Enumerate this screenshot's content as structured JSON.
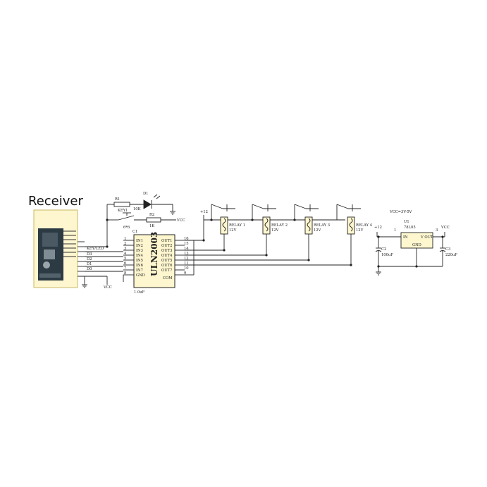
{
  "receiver": {
    "title": "Receiver",
    "pins": [
      "KEY/LED",
      "D3",
      "D2",
      "D1",
      "D0"
    ]
  },
  "key_section": {
    "r1_label": "R1",
    "r1_value": "10K",
    "led_label": "D1",
    "key_label": "KEY1",
    "key_size": "6*6",
    "r2_label": "R2",
    "r2_value": "1K",
    "vcc_right": "VCC",
    "vcc_bottom": "VCC"
  },
  "driver": {
    "ref": "C1",
    "name": "ULN2003",
    "cap_label": "1.0uF",
    "in_pins": [
      "IN1",
      "IN2",
      "IN3",
      "IN4",
      "IN5",
      "IN6",
      "IN7",
      "GND"
    ],
    "out_pins": [
      "OUT1",
      "OUT2",
      "OUT3",
      "OUT4",
      "OUT5",
      "OUT6",
      "OUT7",
      "COM"
    ],
    "left_numbers": [
      "1",
      "2",
      "3",
      "4",
      "5",
      "6",
      "7",
      "8"
    ],
    "right_numbers": [
      "16",
      "15",
      "14",
      "13",
      "12",
      "11",
      "10",
      "9"
    ]
  },
  "relays": {
    "supply": "+12",
    "items": [
      {
        "label": "RELAY 1",
        "voltage": "12V"
      },
      {
        "label": "RELAY 2",
        "voltage": "12V"
      },
      {
        "label": "RELAY 3",
        "voltage": "12V"
      },
      {
        "label": "RELAY 4",
        "voltage": "12V"
      }
    ]
  },
  "regulator": {
    "supply_note": "VCC=3V-5V",
    "ref": "U1",
    "part": "78L05",
    "pin_in": "IN",
    "pin_out": "V OUT",
    "pin_gnd": "GND",
    "pin1": "1",
    "pin3": "3",
    "input": "+12",
    "output": "VCC",
    "c1_ref": "C2",
    "c1_value": "100uF",
    "c2_ref": "C3",
    "c2_value": "220uF"
  }
}
